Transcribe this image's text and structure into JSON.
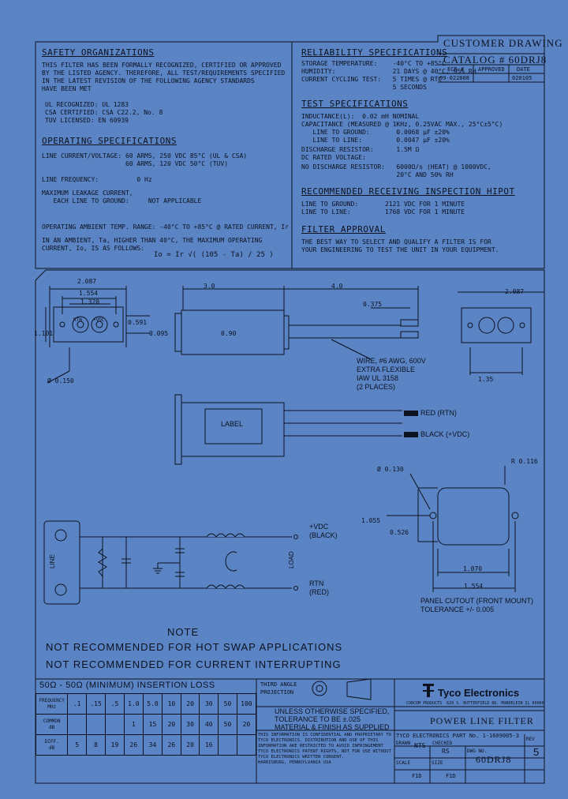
{
  "header": {
    "customer_drawing": "CUSTOMER DRAWING",
    "catalog": "CATALOG # 60DRJ8",
    "rev_cols": [
      "ECR #",
      "APPROVED",
      "DATE"
    ],
    "rev_vals": [
      "09-022808",
      "",
      "020105"
    ]
  },
  "safety": {
    "title": "SAFETY ORGANIZATIONS",
    "body": [
      "THIS FILTER HAS BEEN FORMALLY RECOGNIZED, CERTIFIED OR APPROVED",
      "BY THE LISTED AGENCY. THEREFORE, ALL TEST/REQUIREMENTS SPECIFIED",
      "IN THE LATEST REVISION OF THE FOLLOWING AGENCY STANDARDS",
      "HAVE BEEN MET"
    ],
    "agencies": [
      "UL RECOGNIZED: UL 1283",
      "CSA CERTIFIED: CSA C22.2, No. 8",
      "TUV LICENSED: EN 60939"
    ]
  },
  "operating": {
    "title": "OPERATING SPECIFICATIONS",
    "lines": [
      "LINE CURRENT/VOLTAGE: 60 ARMS, 250 VDC 85°C (UL & CSA)",
      "                      60 ARMS, 120 VDC 50°C (TUV)",
      "",
      "LINE FREQUENCY:          0 Hz",
      "",
      "MAXIMUM LEAKAGE CURRENT,",
      "   EACH LINE TO GROUND:     NOT APPLICABLE",
      "",
      "",
      "OPERATING AMBIENT TEMP. RANGE: -40°C TO +85°C @ RATED CURRENT, Ir",
      "",
      "IN AN AMBIENT, Ta, HIGHER THAN 40°C, THE MAXIMUM OPERATING",
      "CURRENT, Io, IS AS FOLLOWS:"
    ],
    "formula": "Io = Ir √( (105 - Ta) / 25 )"
  },
  "reliability": {
    "title": "RELIABILITY SPECIFICATIONS",
    "lines": [
      "STORAGE TEMPERATURE:    -40°C TO +85°C",
      "HUMIDITY:               21 DAYS @ 40°C, 95% RH",
      "CURRENT CYCLING TEST:   5 TIMES @ RTC",
      "                        5 SECONDS"
    ]
  },
  "test": {
    "title": "TEST SPECIFICATIONS",
    "lines": [
      "INDUCTANCE(L):  0.02 mH NOMINAL",
      "CAPACITANCE (MEASURED @ 1KHz, 0.25VAC MAX., 25°C±5°C)",
      "   LINE TO GROUND:       0.0068 μF ±20%",
      "   LINE TO LINE:         0.0047 μF ±20%",
      "DISCHARGE RESISTOR:      1.5M Ω",
      "DC RATED VOLTAGE:",
      "NO DISCHARGE RESISTOR:   6000Ω/s (HEAT) @ 1000VDC,",
      "                         20°C AND 50% RH"
    ]
  },
  "inspection": {
    "title": "RECOMMENDED RECEIVING INSPECTION HIPOT",
    "lines": [
      "LINE TO GROUND:       2121 VDC FOR 1 MINUTE",
      "LINE TO LINE:         1768 VDC FOR 1 MINUTE"
    ]
  },
  "approval": {
    "title": "FILTER APPROVAL",
    "lines": [
      "THE BEST WAY TO SELECT AND QUALIFY A FILTER IS FOR",
      "YOUR ENGINEERING TO TEST THE UNIT IN YOUR EQUIPMENT."
    ]
  },
  "drawing": {
    "dims": {
      "d2087a": "2.087",
      "d1554": "1.554",
      "d1320": "1.320",
      "d1101": "1.101",
      "d0591": "0.591",
      "d0095": "0.095",
      "d390": "3.0",
      "d40": "4.0",
      "d0375": "0.375",
      "d090": "0.90",
      "d0150": "Ø 0.150",
      "d2087b": "2.087",
      "d135": "1.35",
      "d0130": "Ø 0.130",
      "r0116": "R 0.116",
      "d1055": "1.055",
      "d0526": "0.526",
      "d1070": "1.070",
      "d1554b": "1.554"
    },
    "terminal_labels": [
      "RTN",
      "+VDC"
    ],
    "label_text": "LABEL",
    "wire_note": [
      "WIRE, #6 AWG, 600V",
      "EXTRA FLEXIBLE",
      "IAW UL 3158",
      "(2 PLACES)"
    ],
    "red": "RED (RTN)",
    "black": "BLACK (+VDC)",
    "cutout": [
      "PANEL CUTOUT (FRONT MOUNT)",
      "TOLERANCE +/- 0.005"
    ],
    "schematic": {
      "line": "LINE",
      "load": "LOAD",
      "vdc": [
        "+VDC",
        "(BLACK)"
      ],
      "rtn": [
        "RTN",
        "(RED)"
      ]
    }
  },
  "notes": {
    "title": "NOTE",
    "lines": [
      "NOT RECOMMENDED FOR HOT SWAP APPLICATIONS",
      "NOT RECOMMENDED FOR CURRENT INTERRUPTING"
    ]
  },
  "insertion": {
    "title": "50Ω - 50Ω (MINIMUM) INSERTION LOSS",
    "row_labels": [
      [
        "FREQUENCY",
        "MHz"
      ],
      [
        "COMMON",
        "dB"
      ],
      [
        "DIFF.",
        "dB"
      ]
    ],
    "freq": [
      ".1",
      ".15",
      ".5",
      "1.0",
      "5.0",
      "10",
      "20",
      "30",
      "50",
      "100"
    ],
    "common": [
      "",
      "",
      "",
      "1",
      "15",
      "20",
      "30",
      "40",
      "50",
      "20"
    ],
    "diff": [
      "5",
      "8",
      "19",
      "26",
      "34",
      "26",
      "20",
      "16",
      "",
      ""
    ]
  },
  "projection": [
    "THIRD ANGLE",
    "PROJECTION"
  ],
  "tolerance": [
    "UNLESS OTHERWISE SPECIFIED,",
    "TOLERANCE TO BE ±.025",
    "MATERIAL & FINISH AS SUPPLIED"
  ],
  "confidential": [
    "THIS INFORMATION IS CONFIDENTIAL AND PROPRIETARY TO",
    "TYCO ELECTRONICS. DISTRIBUTION AND USE OF THIS",
    "INFORMATION ARE RESTRICTED TO AVOID INFRINGEMENT",
    "TYCO ELECTRONICS PATENT RIGHTS, NOT FOR USE WITHOUT",
    "TYCO ELECTRONICS WRITTEN CONSENT.",
    "HARRISBURG, PENNSYLVANIA USA"
  ],
  "company": {
    "name": "Tyco Electronics",
    "address": "CORCOM PRODUCTS  620 S. BUTTERFIELD RD. MUNDELEIN IL 60060",
    "title": "POWER LINE FILTER",
    "part": "TYCO ELECTRONICS PART No. 1-1609005-3",
    "drawn": "NTS",
    "checked": "RS",
    "dwg": "60DRJ8",
    "rev_label": "REV",
    "rev": "5",
    "scale_label": "SCALE",
    "size_label": "SIZE",
    "field_labels": [
      "DRAWN",
      "CHECKED",
      "DWG NO."
    ],
    "size": "F1D",
    "scale": "F1D"
  }
}
